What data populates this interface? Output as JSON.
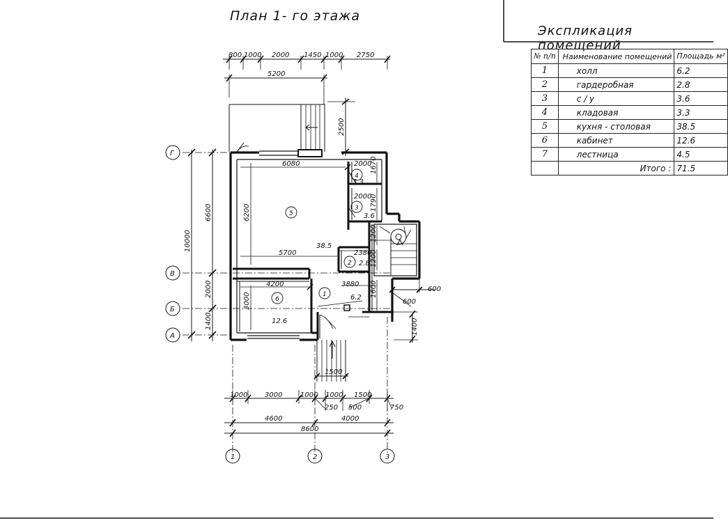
{
  "plan_title": "План  1- го  этажа",
  "explication": {
    "title": "Экспликация помещений",
    "headers": {
      "num": "№ п/п",
      "name": "Наименование помещений",
      "area": "Площадь м²"
    },
    "rows": [
      {
        "num": "1",
        "name": "холл",
        "area": "6.2"
      },
      {
        "num": "2",
        "name": "гардеробная",
        "area": "2.8"
      },
      {
        "num": "3",
        "name": "с / у",
        "area": "3.6"
      },
      {
        "num": "4",
        "name": "кладовая",
        "area": "3.3"
      },
      {
        "num": "5",
        "name": "кухня - столовая",
        "area": "38.5"
      },
      {
        "num": "6",
        "name": "кабинет",
        "area": "12.6"
      },
      {
        "num": "7",
        "name": "лестница",
        "area": "4.5"
      }
    ],
    "total_label": "Итого :",
    "total_value": "71.5"
  },
  "top_dims": [
    "800",
    "1000",
    "2000",
    "1450",
    "1000",
    "2750"
  ],
  "top_overall": "5200",
  "porch_dim": "2500",
  "bottom_dims": [
    "1000",
    "3000",
    "1000",
    "1000",
    "1500"
  ],
  "bottom_small_dims": [
    "250",
    "500",
    "750"
  ],
  "bottom_mid_dims": [
    "4600",
    "4000"
  ],
  "bottom_overall": "8600",
  "stairs_width": "1500",
  "left_dims": [
    "1400",
    "2000",
    "6600"
  ],
  "left_overall": "10000",
  "right_dims": [
    "600",
    "600",
    "1400"
  ],
  "axes_letters": [
    "Г",
    "В",
    "Б",
    "А"
  ],
  "axes_numbers": [
    "1",
    "2",
    "3"
  ],
  "room_dims": {
    "r5_width": "6080",
    "r5_height": "6200",
    "r5_inner": "5700",
    "r5_area": "38.5",
    "r4_width": "2000",
    "r4_height": "1670",
    "r4_area": "3.3",
    "r3_width": "2000",
    "r3_height": "1790",
    "r3_area": "3.6",
    "r2_width": "2380",
    "r2_height": "1200",
    "r2_area": "2.8",
    "r1_width": "3880",
    "r1_height": "1600",
    "r1_area": "6.2",
    "r6_width": "4200",
    "r6_height": "3000",
    "r6_area": "12.6",
    "stair_dim": "1200"
  },
  "room_labels": [
    "1",
    "2",
    "3",
    "4",
    "5",
    "6"
  ]
}
